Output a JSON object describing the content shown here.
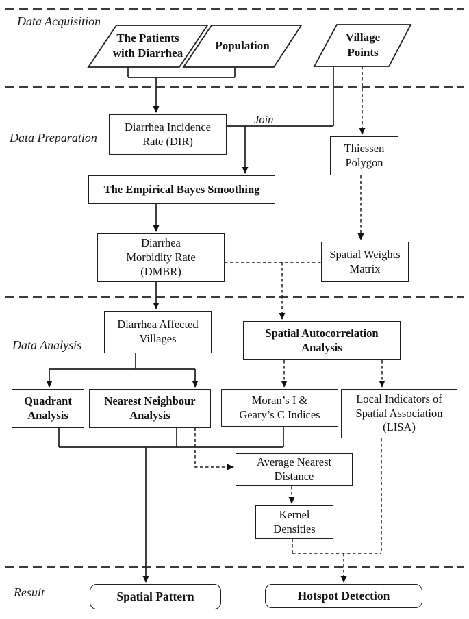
{
  "sections": {
    "acquisition": {
      "label": "Data Acquisition"
    },
    "preparation": {
      "label": "Data Preparation"
    },
    "analysis": {
      "label": "Data Analysis"
    },
    "result": {
      "label": "Result"
    }
  },
  "nodes": {
    "patients": {
      "label": "The Patients\nwith Diarrhea",
      "shape": "parallelogram"
    },
    "population": {
      "label": "Population",
      "shape": "parallelogram"
    },
    "village_points": {
      "label": "Village\nPoints",
      "shape": "parallelogram"
    },
    "dir": {
      "label": "Diarrhea Incidence\nRate (DIR)",
      "shape": "rect"
    },
    "thiessen": {
      "label": "Thiessen\nPolygon",
      "shape": "rect"
    },
    "ebs": {
      "label": "The Empirical Bayes Smoothing",
      "shape": "rect"
    },
    "dmbr": {
      "label": "Diarrhea\nMorbidity Rate\n(DMBR)",
      "shape": "rect"
    },
    "swm": {
      "label": "Spatial Weights\nMatrix",
      "shape": "rect"
    },
    "dav": {
      "label": "Diarrhea Affected\nVillages",
      "shape": "rect"
    },
    "saa": {
      "label": "Spatial Autocorrelation\nAnalysis",
      "shape": "rect"
    },
    "quadrant": {
      "label": "Quadrant\nAnalysis",
      "shape": "rect"
    },
    "nearest_neighbour": {
      "label": "Nearest Neighbour\nAnalysis",
      "shape": "rect"
    },
    "moran_geary": {
      "label": "Moran’s I &\nGeary’s C Indices",
      "shape": "rect"
    },
    "lisa": {
      "label": "Local Indicators of\nSpatial Association\n(LISA)",
      "shape": "rect"
    },
    "avg_nearest": {
      "label": "Average Nearest\nDistance",
      "shape": "rect"
    },
    "kernel": {
      "label": "Kernel\nDensities",
      "shape": "rect"
    },
    "spatial_pattern": {
      "label": "Spatial Pattern",
      "shape": "rounded-rect"
    },
    "hotspot": {
      "label": "Hotspot Detection",
      "shape": "rounded-rect"
    }
  },
  "edge_labels": {
    "join": "Join"
  },
  "colors": {
    "background": "#ffffff",
    "line": "#1f1f1f",
    "divider": "#3b3b3b",
    "text": "#111111"
  }
}
